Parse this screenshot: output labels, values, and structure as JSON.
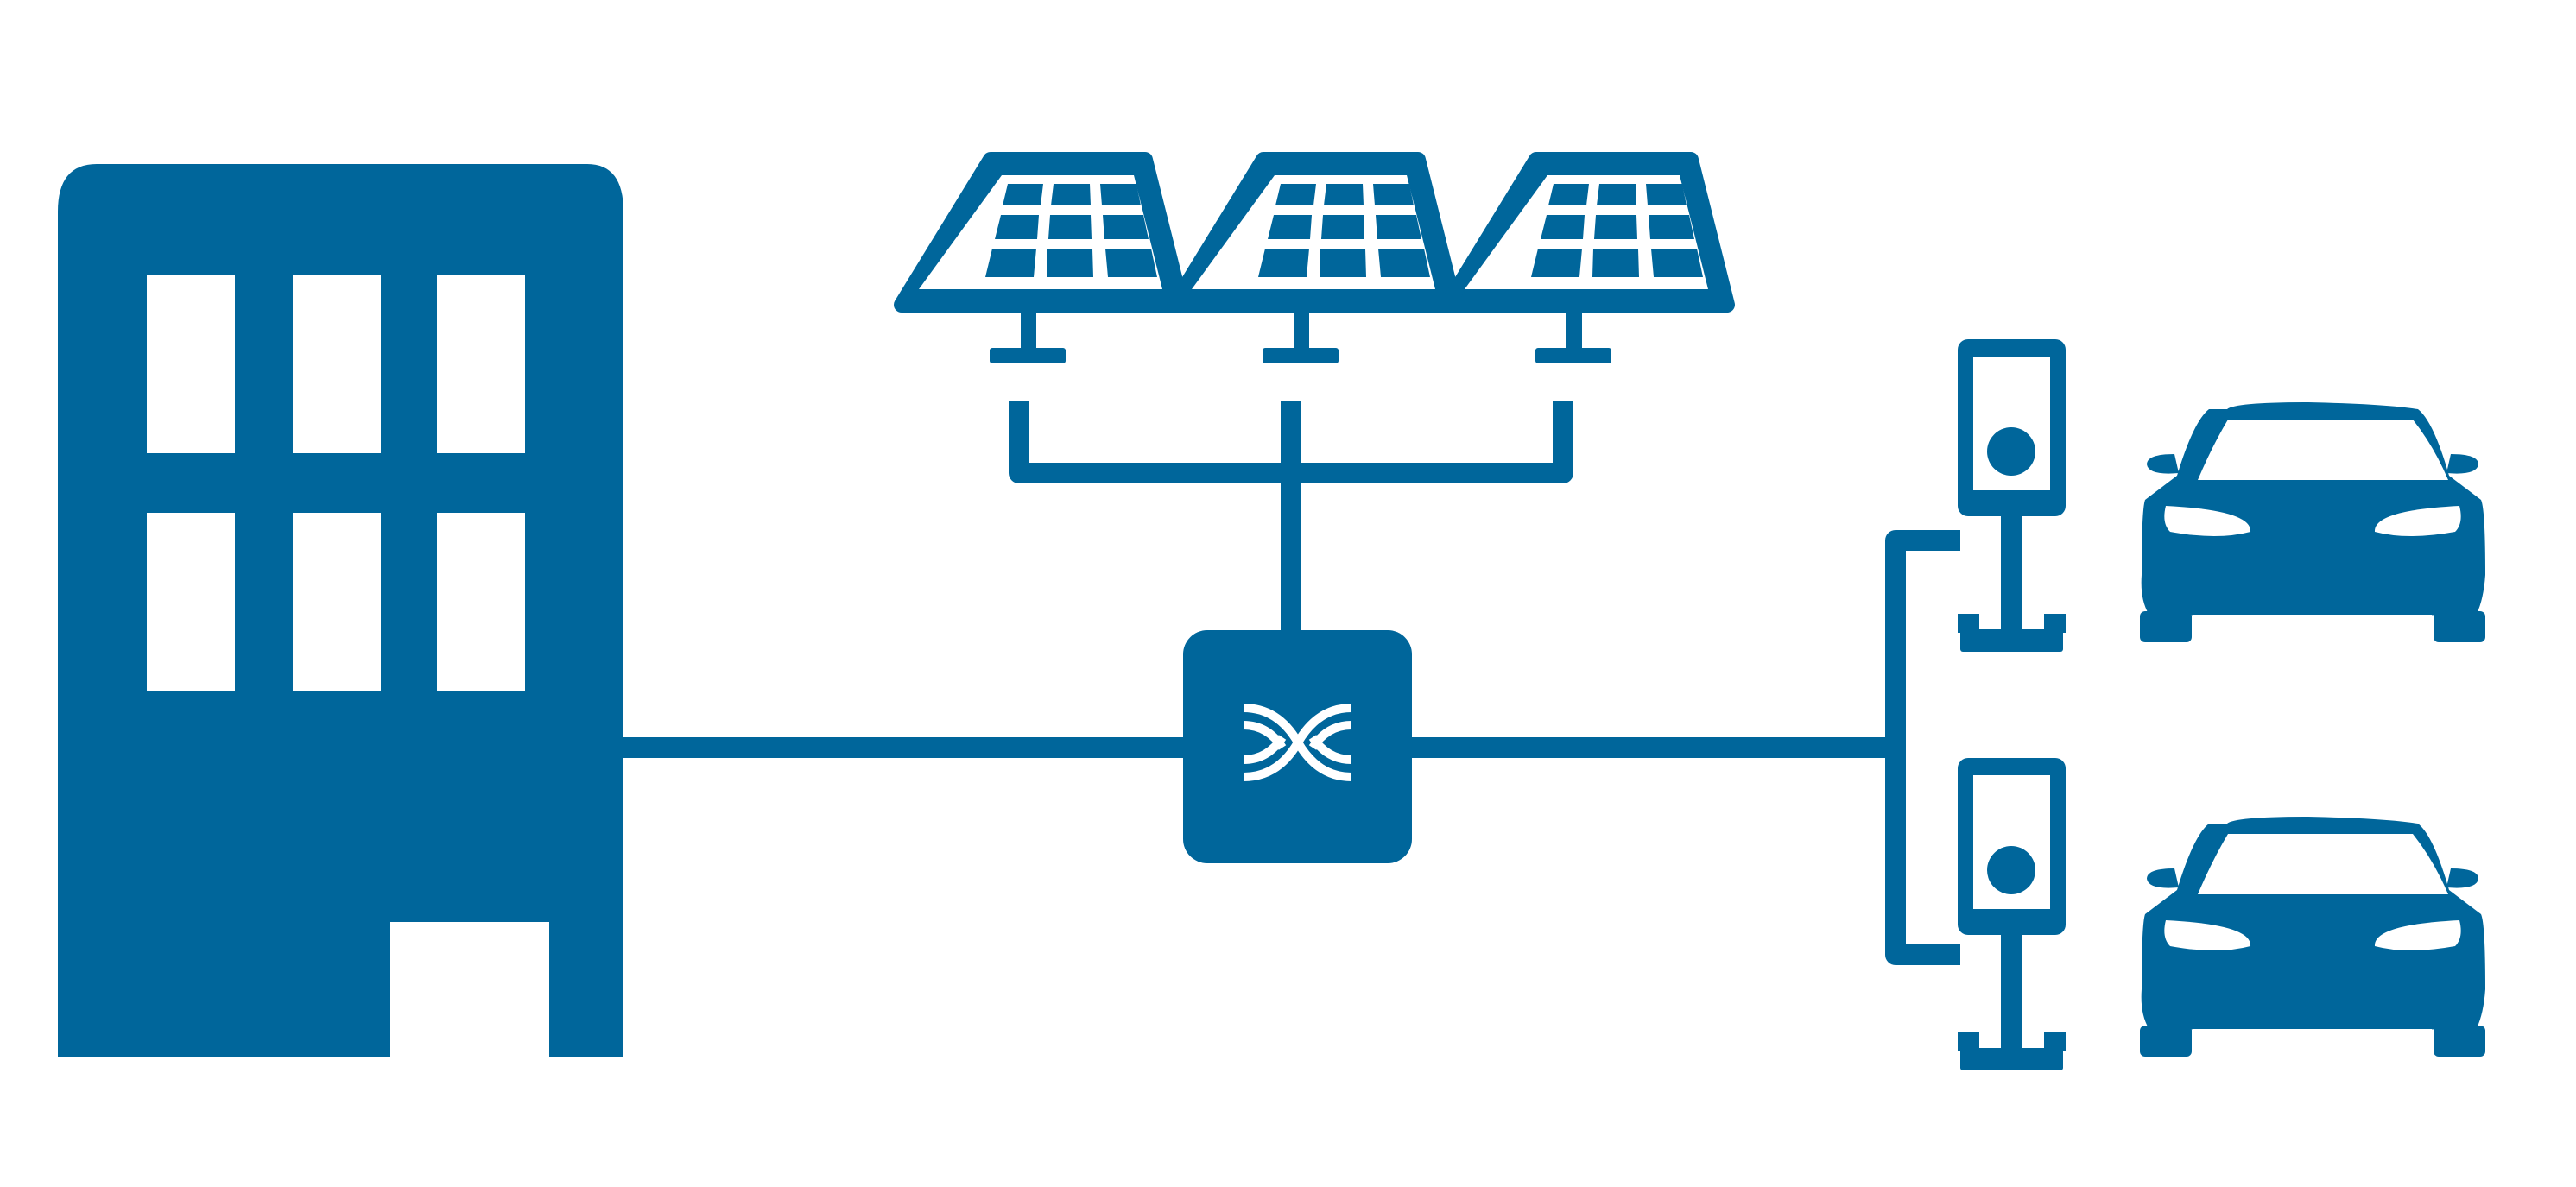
{
  "colors": {
    "primary": "#00669B",
    "background": "#FFFFFF"
  },
  "nodes": [
    {
      "id": "building",
      "icon": "building-icon"
    },
    {
      "id": "solar-panel-1",
      "icon": "solar-panel-icon"
    },
    {
      "id": "solar-panel-2",
      "icon": "solar-panel-icon"
    },
    {
      "id": "solar-panel-3",
      "icon": "solar-panel-icon"
    },
    {
      "id": "inverter",
      "icon": "inverter-icon"
    },
    {
      "id": "charging-station-1",
      "icon": "ev-charger-icon"
    },
    {
      "id": "charging-station-2",
      "icon": "ev-charger-icon"
    },
    {
      "id": "electric-car-1",
      "icon": "car-icon"
    },
    {
      "id": "electric-car-2",
      "icon": "car-icon"
    }
  ],
  "links": [
    {
      "from": "solar-panel-1",
      "to": "inverter"
    },
    {
      "from": "solar-panel-2",
      "to": "inverter"
    },
    {
      "from": "solar-panel-3",
      "to": "inverter"
    },
    {
      "from": "building",
      "to": "inverter"
    },
    {
      "from": "inverter",
      "to": "charging-station-1"
    },
    {
      "from": "inverter",
      "to": "charging-station-2"
    }
  ]
}
